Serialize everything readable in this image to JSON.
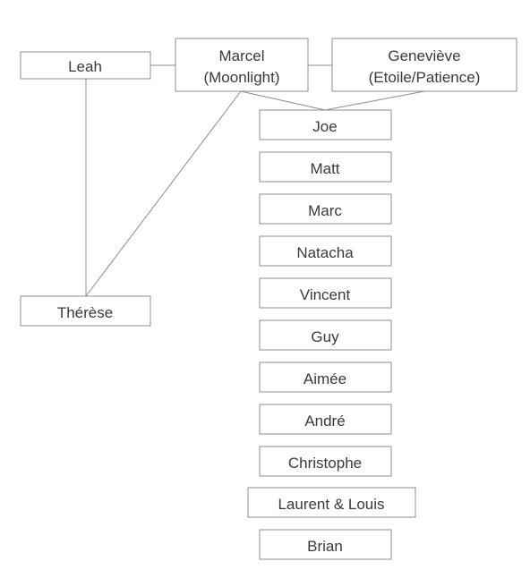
{
  "diagram": {
    "parents": {
      "leah": "Leah",
      "marcel_line1": "Marcel",
      "marcel_line2": "(Moonlight)",
      "genevieve_line1": "Geneviève",
      "genevieve_line2": "(Etoile/Patience)"
    },
    "therese": "Thérèse",
    "children": {
      "joe": "Joe",
      "matt": "Matt",
      "marc": "Marc",
      "natacha": "Natacha",
      "vincent": "Vincent",
      "guy": "Guy",
      "aimee": "Aimée",
      "andre": "André",
      "christophe": "Christophe",
      "laurent_louis": "Laurent & Louis",
      "brian": "Brian"
    }
  }
}
